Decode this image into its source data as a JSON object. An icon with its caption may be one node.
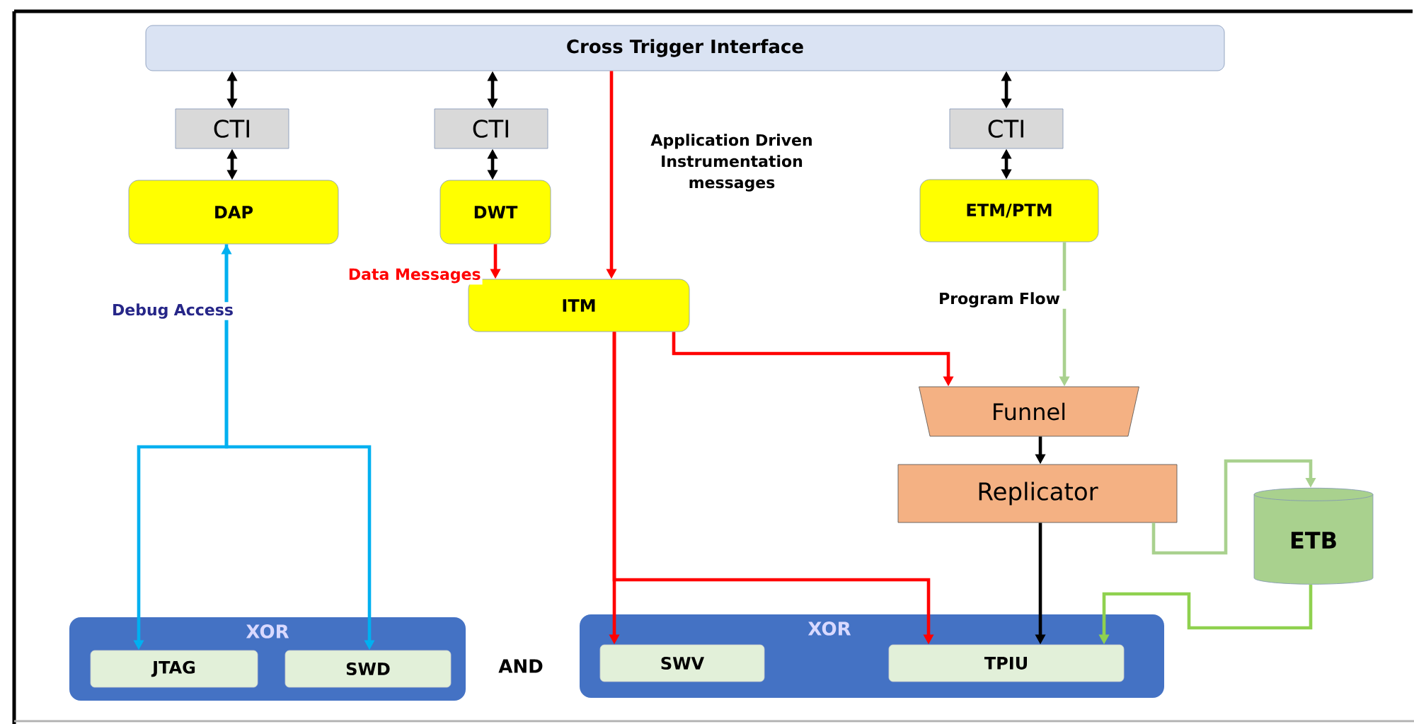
{
  "diagram": {
    "nodes": [
      {
        "text": [
          "Cross Trigger Interface"
        ]
      },
      {
        "text": [
          "CTI"
        ]
      },
      {
        "text": [
          "CTI"
        ]
      },
      {
        "text": [
          "CTI"
        ]
      },
      {
        "text": [
          "DAP"
        ]
      },
      {
        "text": [
          "DWT"
        ]
      },
      {
        "text": [
          "ETM/PTM"
        ]
      },
      {
        "text": [
          "ITM"
        ]
      },
      {
        "text": [
          "Funnel"
        ]
      },
      {
        "text": [
          "Replicator"
        ]
      },
      {
        "text": [
          "ETB"
        ]
      },
      {
        "text": [
          "XOR"
        ]
      },
      {
        "text": [
          "JTAG"
        ],
        "in": 11
      },
      {
        "text": [
          "SWD"
        ],
        "in": 11
      },
      {
        "text": [
          "XOR"
        ]
      },
      {
        "text": [
          "SWV"
        ],
        "in": 14
      },
      {
        "text": [
          "TPIU"
        ],
        "in": 14
      }
    ],
    "edges": [
      {
        "from": 0,
        "to": 1,
        "arrow": "both"
      },
      {
        "from": 1,
        "to": 4,
        "arrow": "both"
      },
      {
        "from": 0,
        "to": 2,
        "arrow": "both"
      },
      {
        "from": 2,
        "to": 5,
        "arrow": "both"
      },
      {
        "from": 0,
        "to": 3,
        "arrow": "both"
      },
      {
        "from": 3,
        "to": 6,
        "arrow": "both"
      },
      {
        "from": 5,
        "to": 7,
        "arrow": "to",
        "label": "Data Messages",
        "color": "#ff0000"
      },
      {
        "from": 0,
        "to": 7,
        "arrow": "to",
        "label": "Application Driven Instrumentation messages",
        "color": "#ff0000"
      },
      {
        "from": 7,
        "to": 8,
        "arrow": "to",
        "color": "#ff0000"
      },
      {
        "from": 7,
        "to": 15,
        "arrow": "to",
        "color": "#ff0000"
      },
      {
        "from": 7,
        "to": 16,
        "arrow": "to",
        "color": "#ff0000"
      },
      {
        "from": 6,
        "to": 8,
        "arrow": "to",
        "label": "Program Flow",
        "color": "#a9d18e"
      },
      {
        "from": 8,
        "to": 9,
        "arrow": "to"
      },
      {
        "from": 9,
        "to": 16,
        "arrow": "to"
      },
      {
        "from": 9,
        "to": 10,
        "arrow": "to",
        "color": "#a9d18e"
      },
      {
        "from": 10,
        "to": 16,
        "arrow": "to",
        "color": "#8fd14f"
      },
      {
        "from": 4,
        "to": 12,
        "arrow": "both",
        "label": "Debug Access",
        "color": "#00b0f0"
      },
      {
        "from": 4,
        "to": 13,
        "arrow": "to",
        "color": "#00b0f0"
      }
    ],
    "labels": [
      "AND"
    ]
  }
}
